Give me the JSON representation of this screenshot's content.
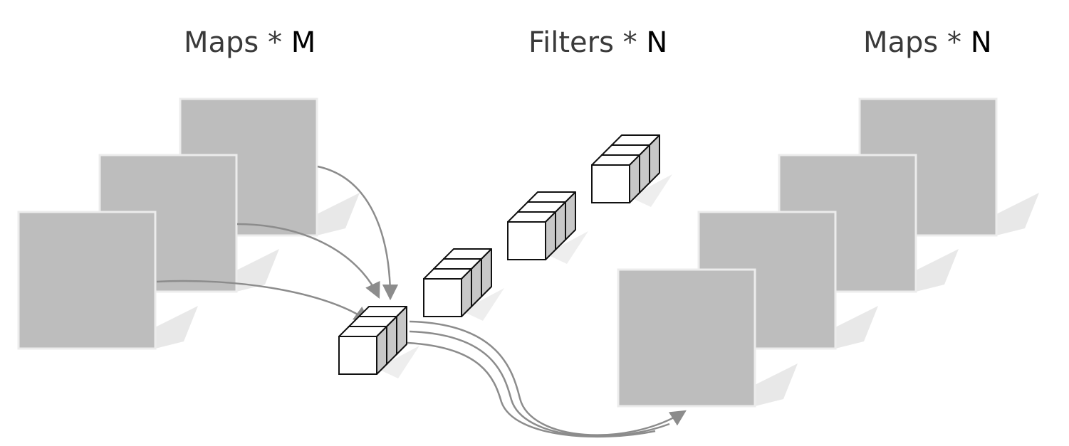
{
  "headings": {
    "input_maps": {
      "word": "Maps",
      "star": "*",
      "symbol": "M"
    },
    "filters": {
      "word": "Filters",
      "star": "*",
      "symbol": "N"
    },
    "output_maps": {
      "word": "Maps",
      "star": "*",
      "symbol": "N"
    }
  },
  "diagram": {
    "input_map_count": 3,
    "filter_count": 4,
    "filter_depth": 3,
    "output_map_count": 4,
    "colors": {
      "map_fill": "#bdbdbd",
      "map_border": "#ececec",
      "cube_face": "#ffffff",
      "cube_top": "#ffffff",
      "cube_side": "#c8c8c8",
      "cube_stroke": "#111111",
      "arrow": "#8c8c8c"
    }
  }
}
